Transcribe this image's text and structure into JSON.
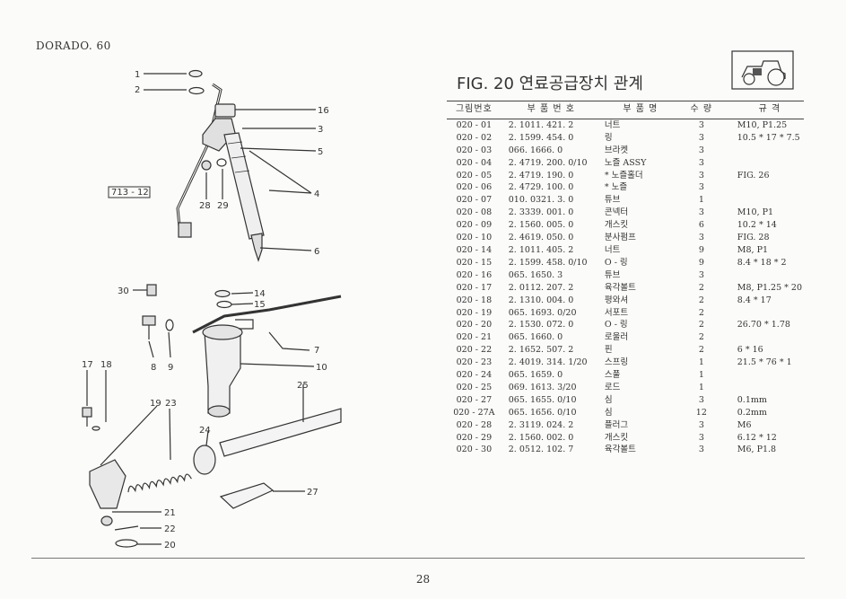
{
  "header": {
    "model": "DORADO. 60"
  },
  "figure": {
    "title": "FIG. 20 연료공급장치 관계",
    "ref_box": "713 - 12",
    "callouts": [
      "1",
      "2",
      "16",
      "3",
      "5",
      "4",
      "6",
      "28",
      "29",
      "30",
      "14",
      "15",
      "7",
      "8",
      "9",
      "10",
      "17",
      "18",
      "19",
      "23",
      "25",
      "24",
      "27",
      "21",
      "22",
      "20"
    ]
  },
  "table": {
    "headers": [
      "그림번호",
      "부 품 번 호",
      "부 품 명",
      "수 량",
      "규    격"
    ],
    "rows": [
      [
        "020 - 01",
        "2. 1011. 421. 2",
        "너트",
        "3",
        "M10, P1.25"
      ],
      [
        "020 - 02",
        "2. 1599. 454. 0",
        "링",
        "3",
        "10.5 * 17 * 7.5"
      ],
      [
        "020 - 03",
        "066. 1666. 0",
        "브라켓",
        "3",
        ""
      ],
      [
        "020 - 04",
        "2. 4719. 200. 0/10",
        "노즐 ASSY",
        "3",
        ""
      ],
      [
        "020 - 05",
        "2. 4719. 190. 0",
        "* 노즐홀더",
        "3",
        "FIG. 26"
      ],
      [
        "020 - 06",
        "2. 4729. 100. 0",
        "* 노즐",
        "3",
        ""
      ],
      [
        "020 - 07",
        "010. 0321. 3. 0",
        "튜브",
        "1",
        ""
      ],
      [
        "020 - 08",
        "2. 3339. 001. 0",
        "콘넥터",
        "3",
        "M10, P1"
      ],
      [
        "020 - 09",
        "2. 1560. 005. 0",
        "개스킷",
        "6",
        "10.2 * 14"
      ],
      [
        "020 - 10",
        "2. 4619. 050. 0",
        "분사펌프",
        "3",
        "FIG. 28"
      ],
      [
        "020 - 14",
        "2. 1011. 405. 2",
        "너트",
        "9",
        "M8, P1"
      ],
      [
        "020 - 15",
        "2. 1599. 458. 0/10",
        "O - 링",
        "9",
        "8.4 * 18 * 2"
      ],
      [
        "020 - 16",
        "065. 1650. 3",
        "튜브",
        "3",
        ""
      ],
      [
        "020 - 17",
        "2. 0112. 207. 2",
        "육각볼트",
        "2",
        "M8, P1.25 * 20"
      ],
      [
        "020 - 18",
        "2. 1310. 004. 0",
        "평와셔",
        "2",
        "8.4 * 17"
      ],
      [
        "020 - 19",
        "065. 1693. 0/20",
        "서포트",
        "2",
        ""
      ],
      [
        "020 - 20",
        "2. 1530. 072. 0",
        "O - 링",
        "2",
        "26.70 * 1.78"
      ],
      [
        "020 - 21",
        "065. 1660. 0",
        "로울러",
        "2",
        ""
      ],
      [
        "020 - 22",
        "2. 1652. 507. 2",
        "핀",
        "2",
        "6 * 16"
      ],
      [
        "020 - 23",
        "2. 4019. 314. 1/20",
        "스프링",
        "1",
        "21.5 * 76 * 1"
      ],
      [
        "020 - 24",
        "065. 1659. 0",
        "스풀",
        "1",
        ""
      ],
      [
        "020 - 25",
        "069. 1613. 3/20",
        "로드",
        "1",
        ""
      ],
      [
        "020 - 27",
        "065. 1655. 0/10",
        "심",
        "3",
        "0.1mm"
      ],
      [
        "020 - 27A",
        "065. 1656. 0/10",
        "심",
        "12",
        "0.2mm"
      ],
      [
        "020 - 28",
        "2. 3119. 024. 2",
        "플러그",
        "3",
        "M6"
      ],
      [
        "020 - 29",
        "2. 1560. 002. 0",
        "개스킷",
        "3",
        "6.12 * 12"
      ],
      [
        "020 - 30",
        "2. 0512. 102. 7",
        "육각볼트",
        "3",
        "M6, P1.8"
      ]
    ]
  },
  "footer": {
    "page": "28"
  }
}
